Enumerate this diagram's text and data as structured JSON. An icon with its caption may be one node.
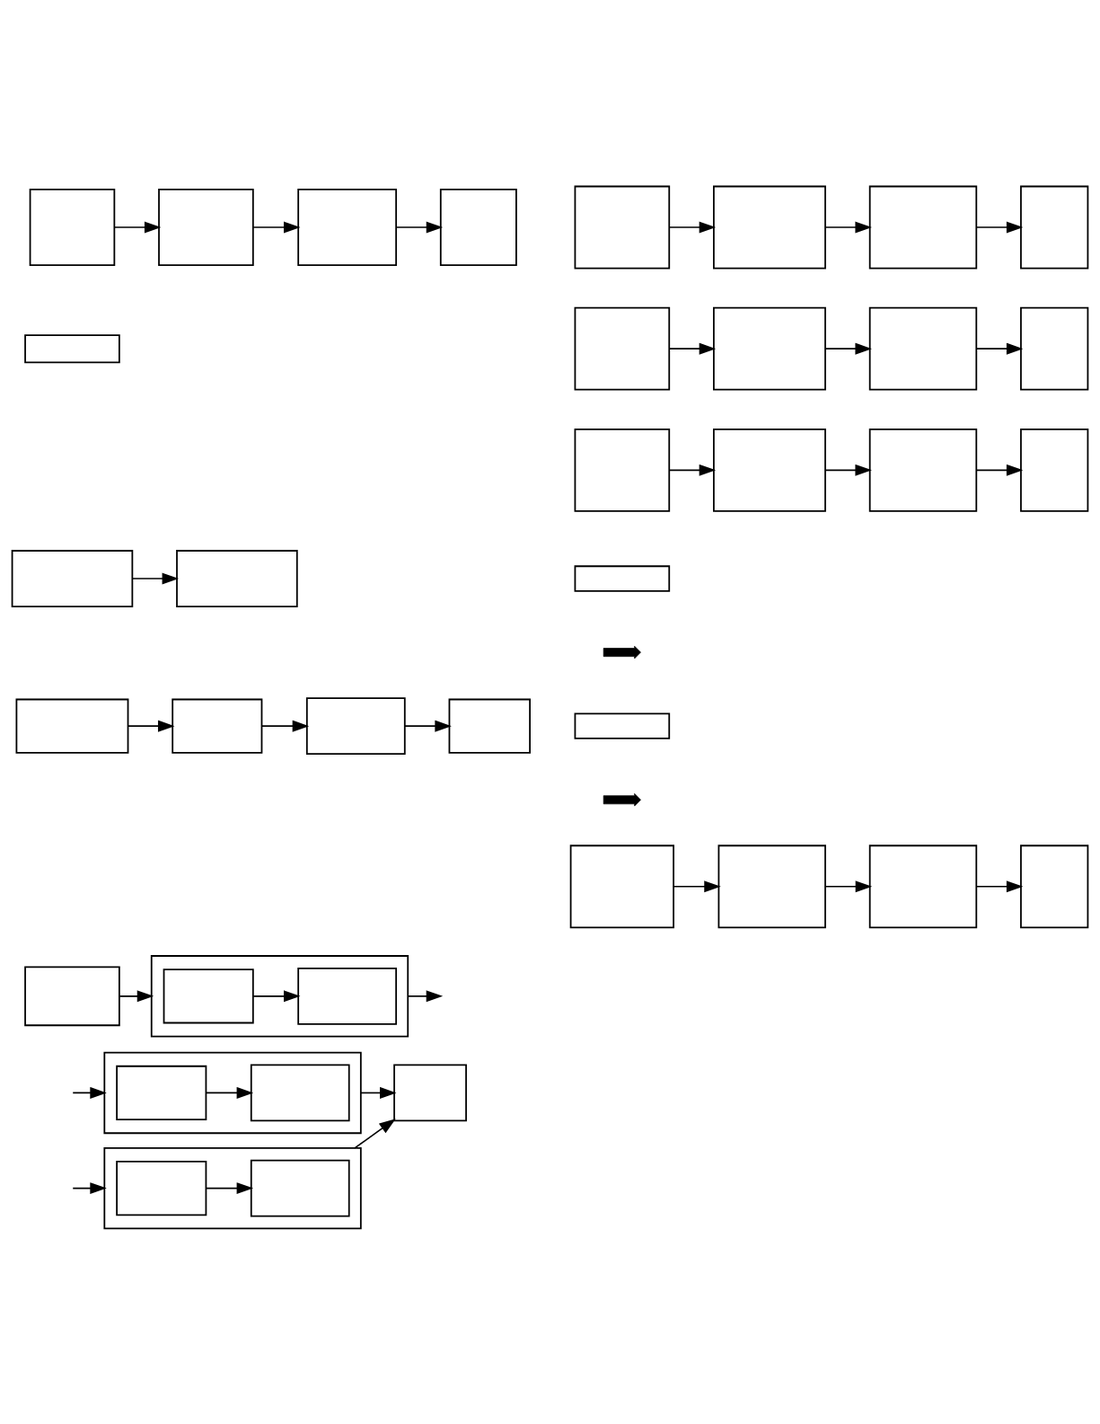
{
  "diagram": {
    "nodes": [
      {
        "text": [],
        "shape": "box"
      },
      {
        "text": [],
        "shape": "box"
      },
      {
        "text": [],
        "shape": "box"
      },
      {
        "text": [],
        "shape": "box"
      },
      {
        "text": [],
        "shape": "box"
      },
      {
        "text": [],
        "shape": "box"
      },
      {
        "text": [],
        "shape": "box"
      },
      {
        "text": [],
        "shape": "box"
      },
      {
        "text": [],
        "shape": "box"
      },
      {
        "text": [],
        "shape": "box"
      },
      {
        "text": [],
        "shape": "box"
      },
      {
        "text": [],
        "shape": "box"
      },
      {
        "text": [],
        "shape": "box"
      },
      {
        "text": [],
        "shape": "box",
        "in": 12
      },
      {
        "text": [],
        "shape": "box",
        "in": 12
      },
      {
        "text": [],
        "shape": "box"
      },
      {
        "text": [],
        "shape": "box",
        "in": 15
      },
      {
        "text": [],
        "shape": "box",
        "in": 15
      },
      {
        "text": [],
        "shape": "box"
      },
      {
        "text": [],
        "shape": "box"
      },
      {
        "text": [],
        "shape": "box",
        "in": 19
      },
      {
        "text": [],
        "shape": "box",
        "in": 19
      },
      {
        "text": [],
        "shape": "box"
      },
      {
        "text": [],
        "shape": "box"
      },
      {
        "text": [],
        "shape": "box"
      },
      {
        "text": [],
        "shape": "box"
      },
      {
        "text": [],
        "shape": "box"
      },
      {
        "text": [],
        "shape": "box"
      },
      {
        "text": [],
        "shape": "box"
      },
      {
        "text": [],
        "shape": "box"
      },
      {
        "text": [],
        "shape": "box"
      },
      {
        "text": [],
        "shape": "box"
      },
      {
        "text": [],
        "shape": "box"
      },
      {
        "text": [],
        "shape": "box"
      },
      {
        "text": [],
        "shape": "box"
      },
      {
        "text": [],
        "shape": "arrow"
      },
      {
        "text": [],
        "shape": "box"
      },
      {
        "text": [],
        "shape": "arrow"
      },
      {
        "text": [],
        "shape": "box"
      },
      {
        "text": [],
        "shape": "box"
      },
      {
        "text": [],
        "shape": "box"
      },
      {
        "text": [],
        "shape": "box"
      }
    ],
    "edges": [
      {
        "from": 0,
        "to": 1,
        "arrow": "to"
      },
      {
        "from": 1,
        "to": 2,
        "arrow": "to"
      },
      {
        "from": 2,
        "to": 3,
        "arrow": "to"
      },
      {
        "from": 5,
        "to": 6,
        "arrow": "to"
      },
      {
        "from": 7,
        "to": 8,
        "arrow": "to"
      },
      {
        "from": 8,
        "to": 9,
        "arrow": "to"
      },
      {
        "from": 9,
        "to": 10,
        "arrow": "to"
      },
      {
        "from": 11,
        "to": 12,
        "arrow": "to"
      },
      {
        "from": 13,
        "to": 14,
        "arrow": "to"
      },
      {
        "from": 12,
        "to": null,
        "arrow": "to"
      },
      {
        "from": null,
        "to": 15,
        "arrow": "to"
      },
      {
        "from": 16,
        "to": 17,
        "arrow": "to"
      },
      {
        "from": 15,
        "to": 18,
        "arrow": "to"
      },
      {
        "from": null,
        "to": 19,
        "arrow": "to"
      },
      {
        "from": 20,
        "to": 21,
        "arrow": "to"
      },
      {
        "from": 19,
        "to": 18,
        "arrow": "to"
      },
      {
        "from": 22,
        "to": 23,
        "arrow": "to"
      },
      {
        "from": 23,
        "to": 24,
        "arrow": "to"
      },
      {
        "from": 24,
        "to": 25,
        "arrow": "to"
      },
      {
        "from": 26,
        "to": 27,
        "arrow": "to"
      },
      {
        "from": 27,
        "to": 28,
        "arrow": "to"
      },
      {
        "from": 28,
        "to": 29,
        "arrow": "to"
      },
      {
        "from": 30,
        "to": 31,
        "arrow": "to"
      },
      {
        "from": 31,
        "to": 32,
        "arrow": "to"
      },
      {
        "from": 32,
        "to": 33,
        "arrow": "to"
      },
      {
        "from": 38,
        "to": 39,
        "arrow": "to"
      },
      {
        "from": 39,
        "to": 40,
        "arrow": "to"
      },
      {
        "from": 40,
        "to": 41,
        "arrow": "to"
      }
    ]
  }
}
